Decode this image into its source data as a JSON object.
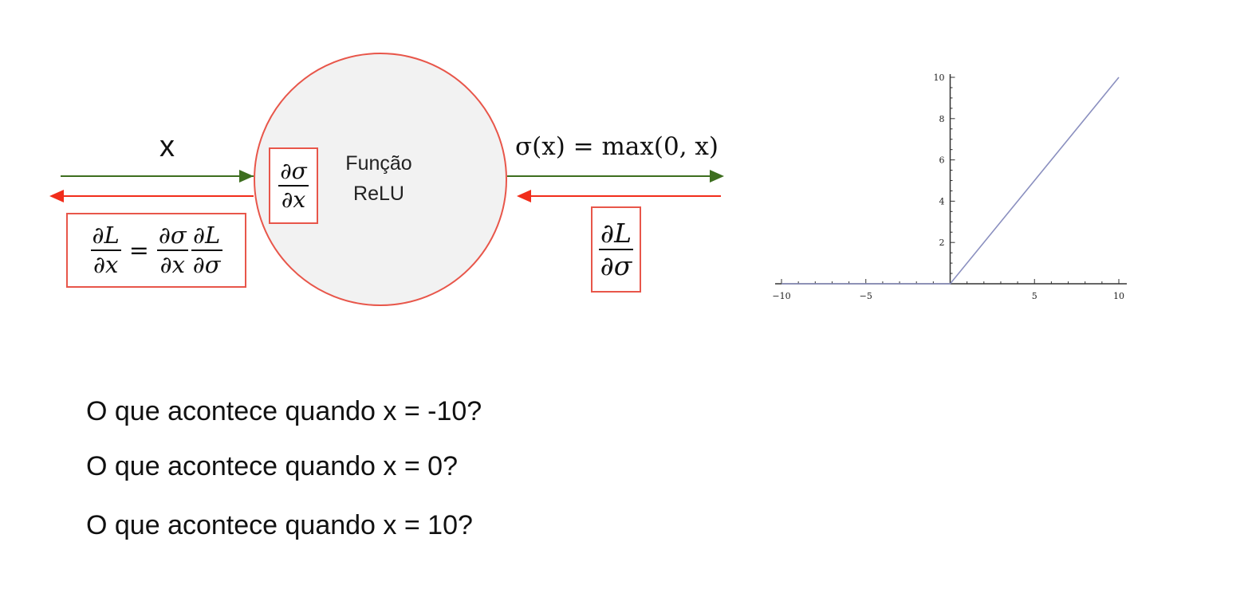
{
  "diagram": {
    "input_label": "x",
    "node_label_line1": "Função",
    "node_label_line2": "ReLU",
    "local_grad": {
      "num": "∂σ",
      "den": "∂x"
    },
    "output_formula": "σ(x) = max(0, x)",
    "upstream_grad": {
      "num": "∂L",
      "den": "∂σ"
    },
    "chain_rule": {
      "lhs": {
        "num": "∂L",
        "den": "∂x"
      },
      "eq": "=",
      "rhs1": {
        "num": "∂σ",
        "den": "∂x"
      },
      "rhs2": {
        "num": "∂L",
        "den": "∂σ"
      }
    },
    "colors": {
      "forward": "#3d6e1f",
      "backward": "#f12d1b",
      "node_fill": "#f2f2f2",
      "node_stroke": "#e8564a",
      "box_stroke": "#e8564a"
    }
  },
  "chart_data": {
    "type": "line",
    "xlim": [
      -10,
      10
    ],
    "ylim": [
      0,
      10
    ],
    "xticks": [
      "−10",
      "−5",
      "5",
      "10"
    ],
    "yticks": [
      "2",
      "4",
      "6",
      "8",
      "10"
    ],
    "series": [
      {
        "points": [
          [
            -10,
            0
          ],
          [
            0,
            0
          ],
          [
            10,
            10
          ]
        ],
        "color": "#8a8fbf"
      }
    ]
  },
  "questions": [
    "O que acontece quando x = -10?",
    "O que acontece quando x = 0?",
    "O que acontece quando x = 10?"
  ]
}
